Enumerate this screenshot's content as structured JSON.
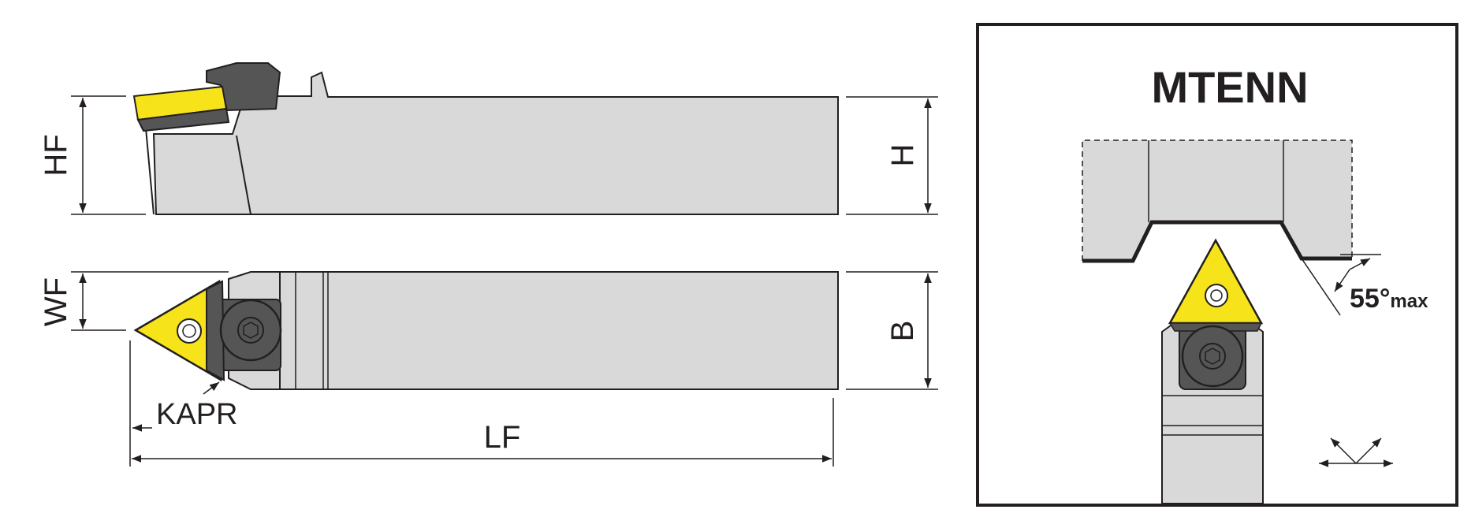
{
  "side_view": {
    "hf_label": "HF",
    "h_label": "H"
  },
  "top_view": {
    "wf_label": "WF",
    "b_label": "B",
    "kapr_label": "KAPR",
    "lf_label": "LF"
  },
  "inset": {
    "title": "MTENN",
    "angle_value": "55°",
    "angle_suffix": "max"
  },
  "colors": {
    "body_fill": "#d9d9d9",
    "insert_yellow": "#f7e31a",
    "clamp_dark": "#555555",
    "line": "#231f20",
    "border": "#231f20"
  }
}
